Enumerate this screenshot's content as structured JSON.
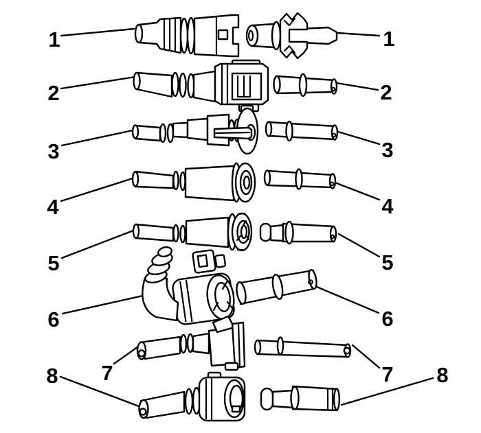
{
  "diagram": {
    "background_color": "#ffffff",
    "line_color": "#000000",
    "rows": [
      {
        "number": "1",
        "left_part": "corrugated-hose-castellated-quick-connect",
        "right_part": "male-tube-with-crown-retainer"
      },
      {
        "number": "2",
        "left_part": "square-body-quick-connect",
        "right_part": "beaded-male-tube"
      },
      {
        "number": "3",
        "left_part": "disc-flange-quick-connect-with-pin",
        "right_part": "beaded-male-tube"
      },
      {
        "number": "4",
        "left_part": "ring-flange-quick-connect",
        "right_part": "beaded-male-tube"
      },
      {
        "number": "5",
        "left_part": "scalloped-flange-quick-connect",
        "right_part": "capped-beaded-male-tube"
      },
      {
        "number": "6",
        "left_part": "ninety-degree-elbow-quick-connect",
        "right_part": "large-beaded-male-tube"
      },
      {
        "number": "7",
        "left_part": "small-latch-quick-connect",
        "right_part": "small-beaded-male-tube"
      },
      {
        "number": "8",
        "left_part": "round-body-quick-connect",
        "right_part": "stepped-beaded-male-tube"
      }
    ]
  }
}
